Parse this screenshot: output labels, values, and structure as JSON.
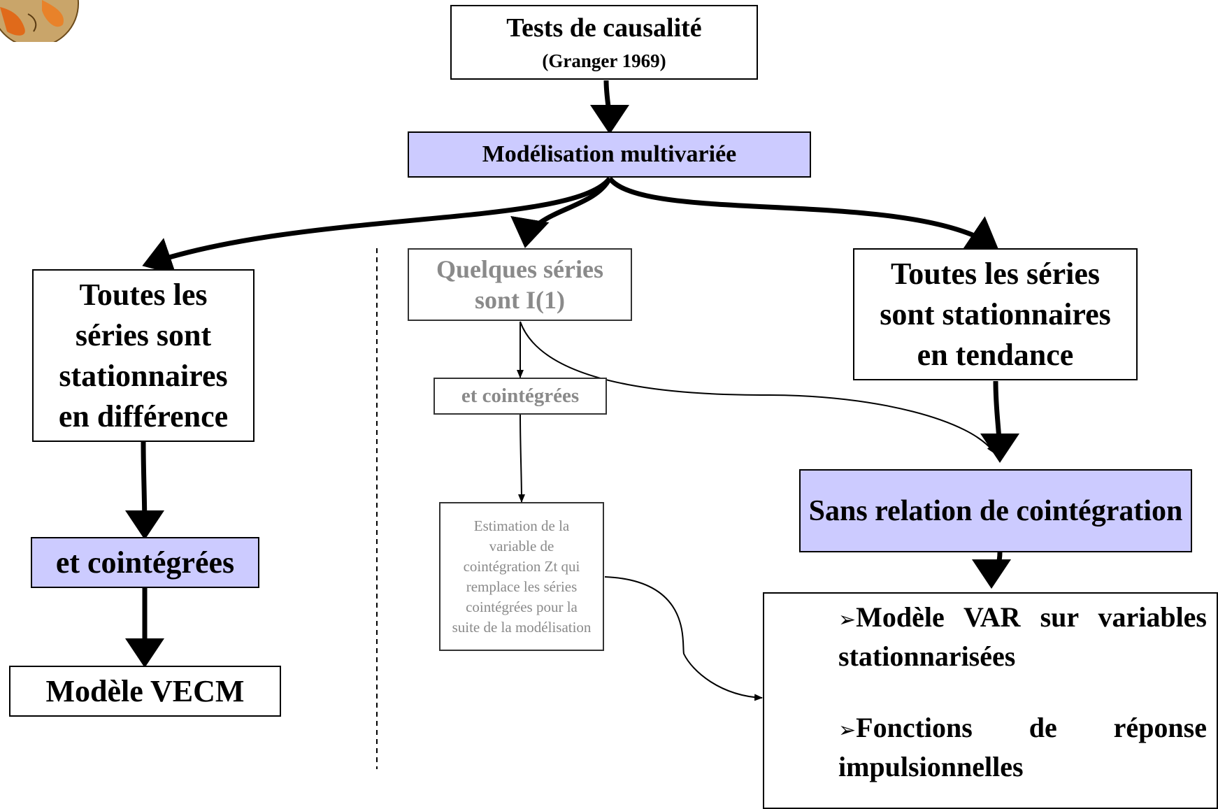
{
  "diagram": {
    "top": {
      "title": "Tests de causalité",
      "subtitle": "(Granger 1969)"
    },
    "multivariate": "Modélisation multivariée",
    "left": {
      "all_diff_stationary": "Toutes les séries sont stationnaires en différence",
      "cointegrated": "et cointégrées",
      "vecm": "Modèle VECM"
    },
    "middle": {
      "some_i1": "Quelques séries sont I(1)",
      "cointegrated": "et cointégrées",
      "estimation": "Estimation de la variable de cointégration Zt qui remplace les séries cointégrées pour la suite de la modélisation"
    },
    "right": {
      "all_trend_stationary": "Toutes les séries sont stationnaires en tendance",
      "no_cointegration": "Sans relation de cointégration",
      "results": [
        {
          "bullet": "➢",
          "text": "Modèle VAR sur variables stationnarisées"
        },
        {
          "bullet": "➢",
          "text": "Fonctions de réponse impulsionnelles"
        }
      ]
    }
  }
}
